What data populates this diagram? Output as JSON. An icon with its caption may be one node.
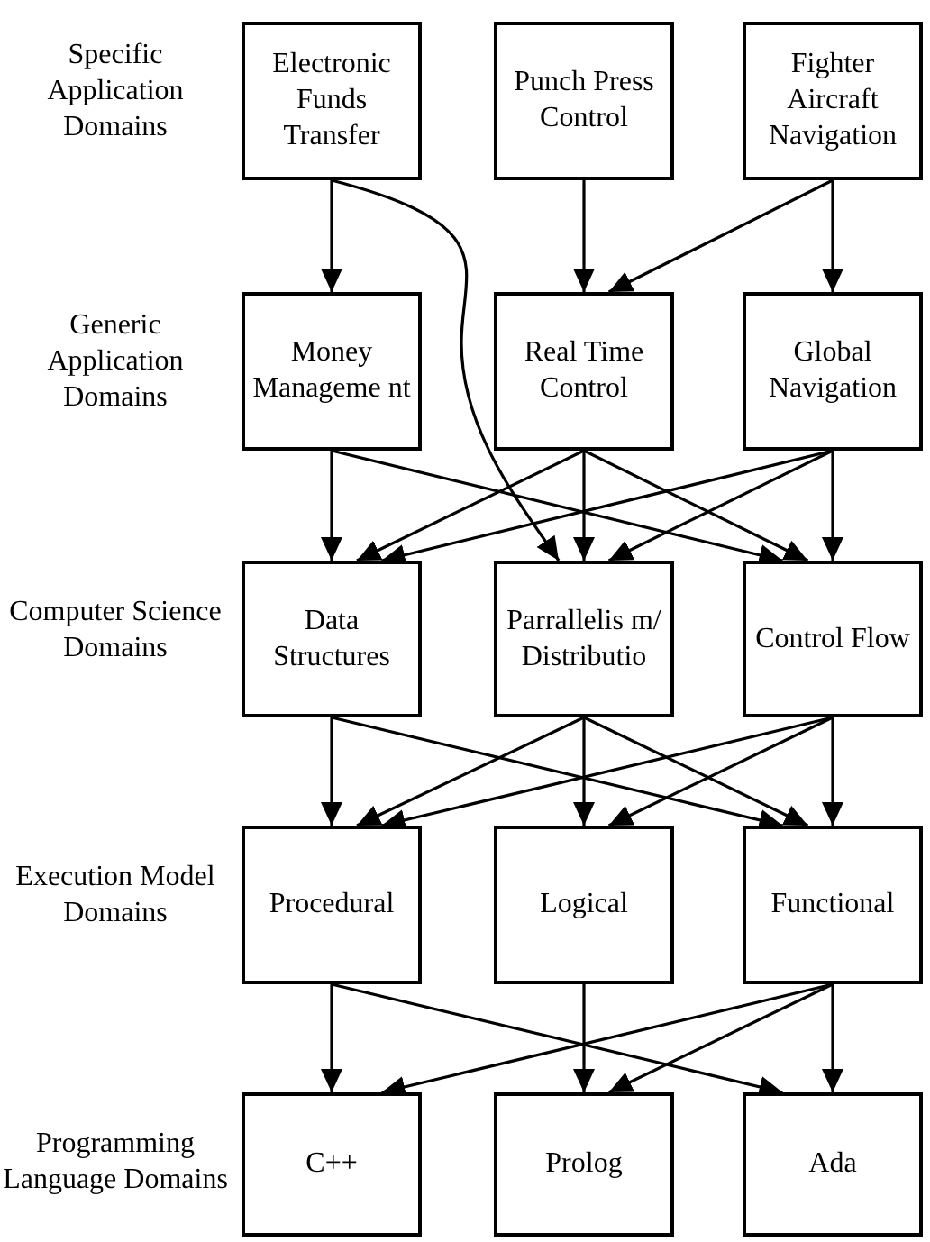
{
  "diagram": {
    "nodes": [
      {
        "text": [
          "Electronic Funds Transfer"
        ]
      },
      {
        "text": [
          "Punch Press Control"
        ]
      },
      {
        "text": [
          "Fighter Aircraft Navigation"
        ]
      },
      {
        "text": [
          "Money Manageme nt"
        ]
      },
      {
        "text": [
          "Real Time Control"
        ]
      },
      {
        "text": [
          "Global Navigation"
        ]
      },
      {
        "text": [
          "Data Structures"
        ]
      },
      {
        "text": [
          "Parrallelis m/ Distributio"
        ]
      },
      {
        "text": [
          "Control Flow"
        ]
      },
      {
        "text": [
          "Procedural"
        ]
      },
      {
        "text": [
          "Logical"
        ]
      },
      {
        "text": [
          "Functional"
        ]
      },
      {
        "text": [
          "C++"
        ]
      },
      {
        "text": [
          "Prolog"
        ]
      },
      {
        "text": [
          "Ada"
        ]
      }
    ],
    "edges": [
      {
        "from": 0,
        "to": 3,
        "arrow": "to"
      },
      {
        "from": 0,
        "to": 7,
        "arrow": "to"
      },
      {
        "from": 1,
        "to": 4,
        "arrow": "to"
      },
      {
        "from": 2,
        "to": 4,
        "arrow": "to"
      },
      {
        "from": 2,
        "to": 5,
        "arrow": "to"
      },
      {
        "from": 3,
        "to": 6,
        "arrow": "to"
      },
      {
        "from": 3,
        "to": 8,
        "arrow": "to"
      },
      {
        "from": 4,
        "to": 6,
        "arrow": "to"
      },
      {
        "from": 4,
        "to": 7,
        "arrow": "to"
      },
      {
        "from": 4,
        "to": 8,
        "arrow": "to"
      },
      {
        "from": 5,
        "to": 6,
        "arrow": "to"
      },
      {
        "from": 5,
        "to": 7,
        "arrow": "to"
      },
      {
        "from": 5,
        "to": 8,
        "arrow": "to"
      },
      {
        "from": 6,
        "to": 9,
        "arrow": "to"
      },
      {
        "from": 6,
        "to": 11,
        "arrow": "to"
      },
      {
        "from": 7,
        "to": 9,
        "arrow": "to"
      },
      {
        "from": 7,
        "to": 10,
        "arrow": "to"
      },
      {
        "from": 7,
        "to": 11,
        "arrow": "to"
      },
      {
        "from": 8,
        "to": 9,
        "arrow": "to"
      },
      {
        "from": 8,
        "to": 10,
        "arrow": "to"
      },
      {
        "from": 8,
        "to": 11,
        "arrow": "to"
      },
      {
        "from": 9,
        "to": 12,
        "arrow": "to"
      },
      {
        "from": 9,
        "to": 14,
        "arrow": "to"
      },
      {
        "from": 10,
        "to": 13,
        "arrow": "to"
      },
      {
        "from": 11,
        "to": 12,
        "arrow": "to"
      },
      {
        "from": 11,
        "to": 13,
        "arrow": "to"
      },
      {
        "from": 11,
        "to": 14,
        "arrow": "to"
      }
    ],
    "labels": [
      "Specific Application Domains",
      "Generic Application Domains",
      "Computer Science Domains",
      "Execution Model Domains",
      "Programming Language Domains"
    ]
  }
}
